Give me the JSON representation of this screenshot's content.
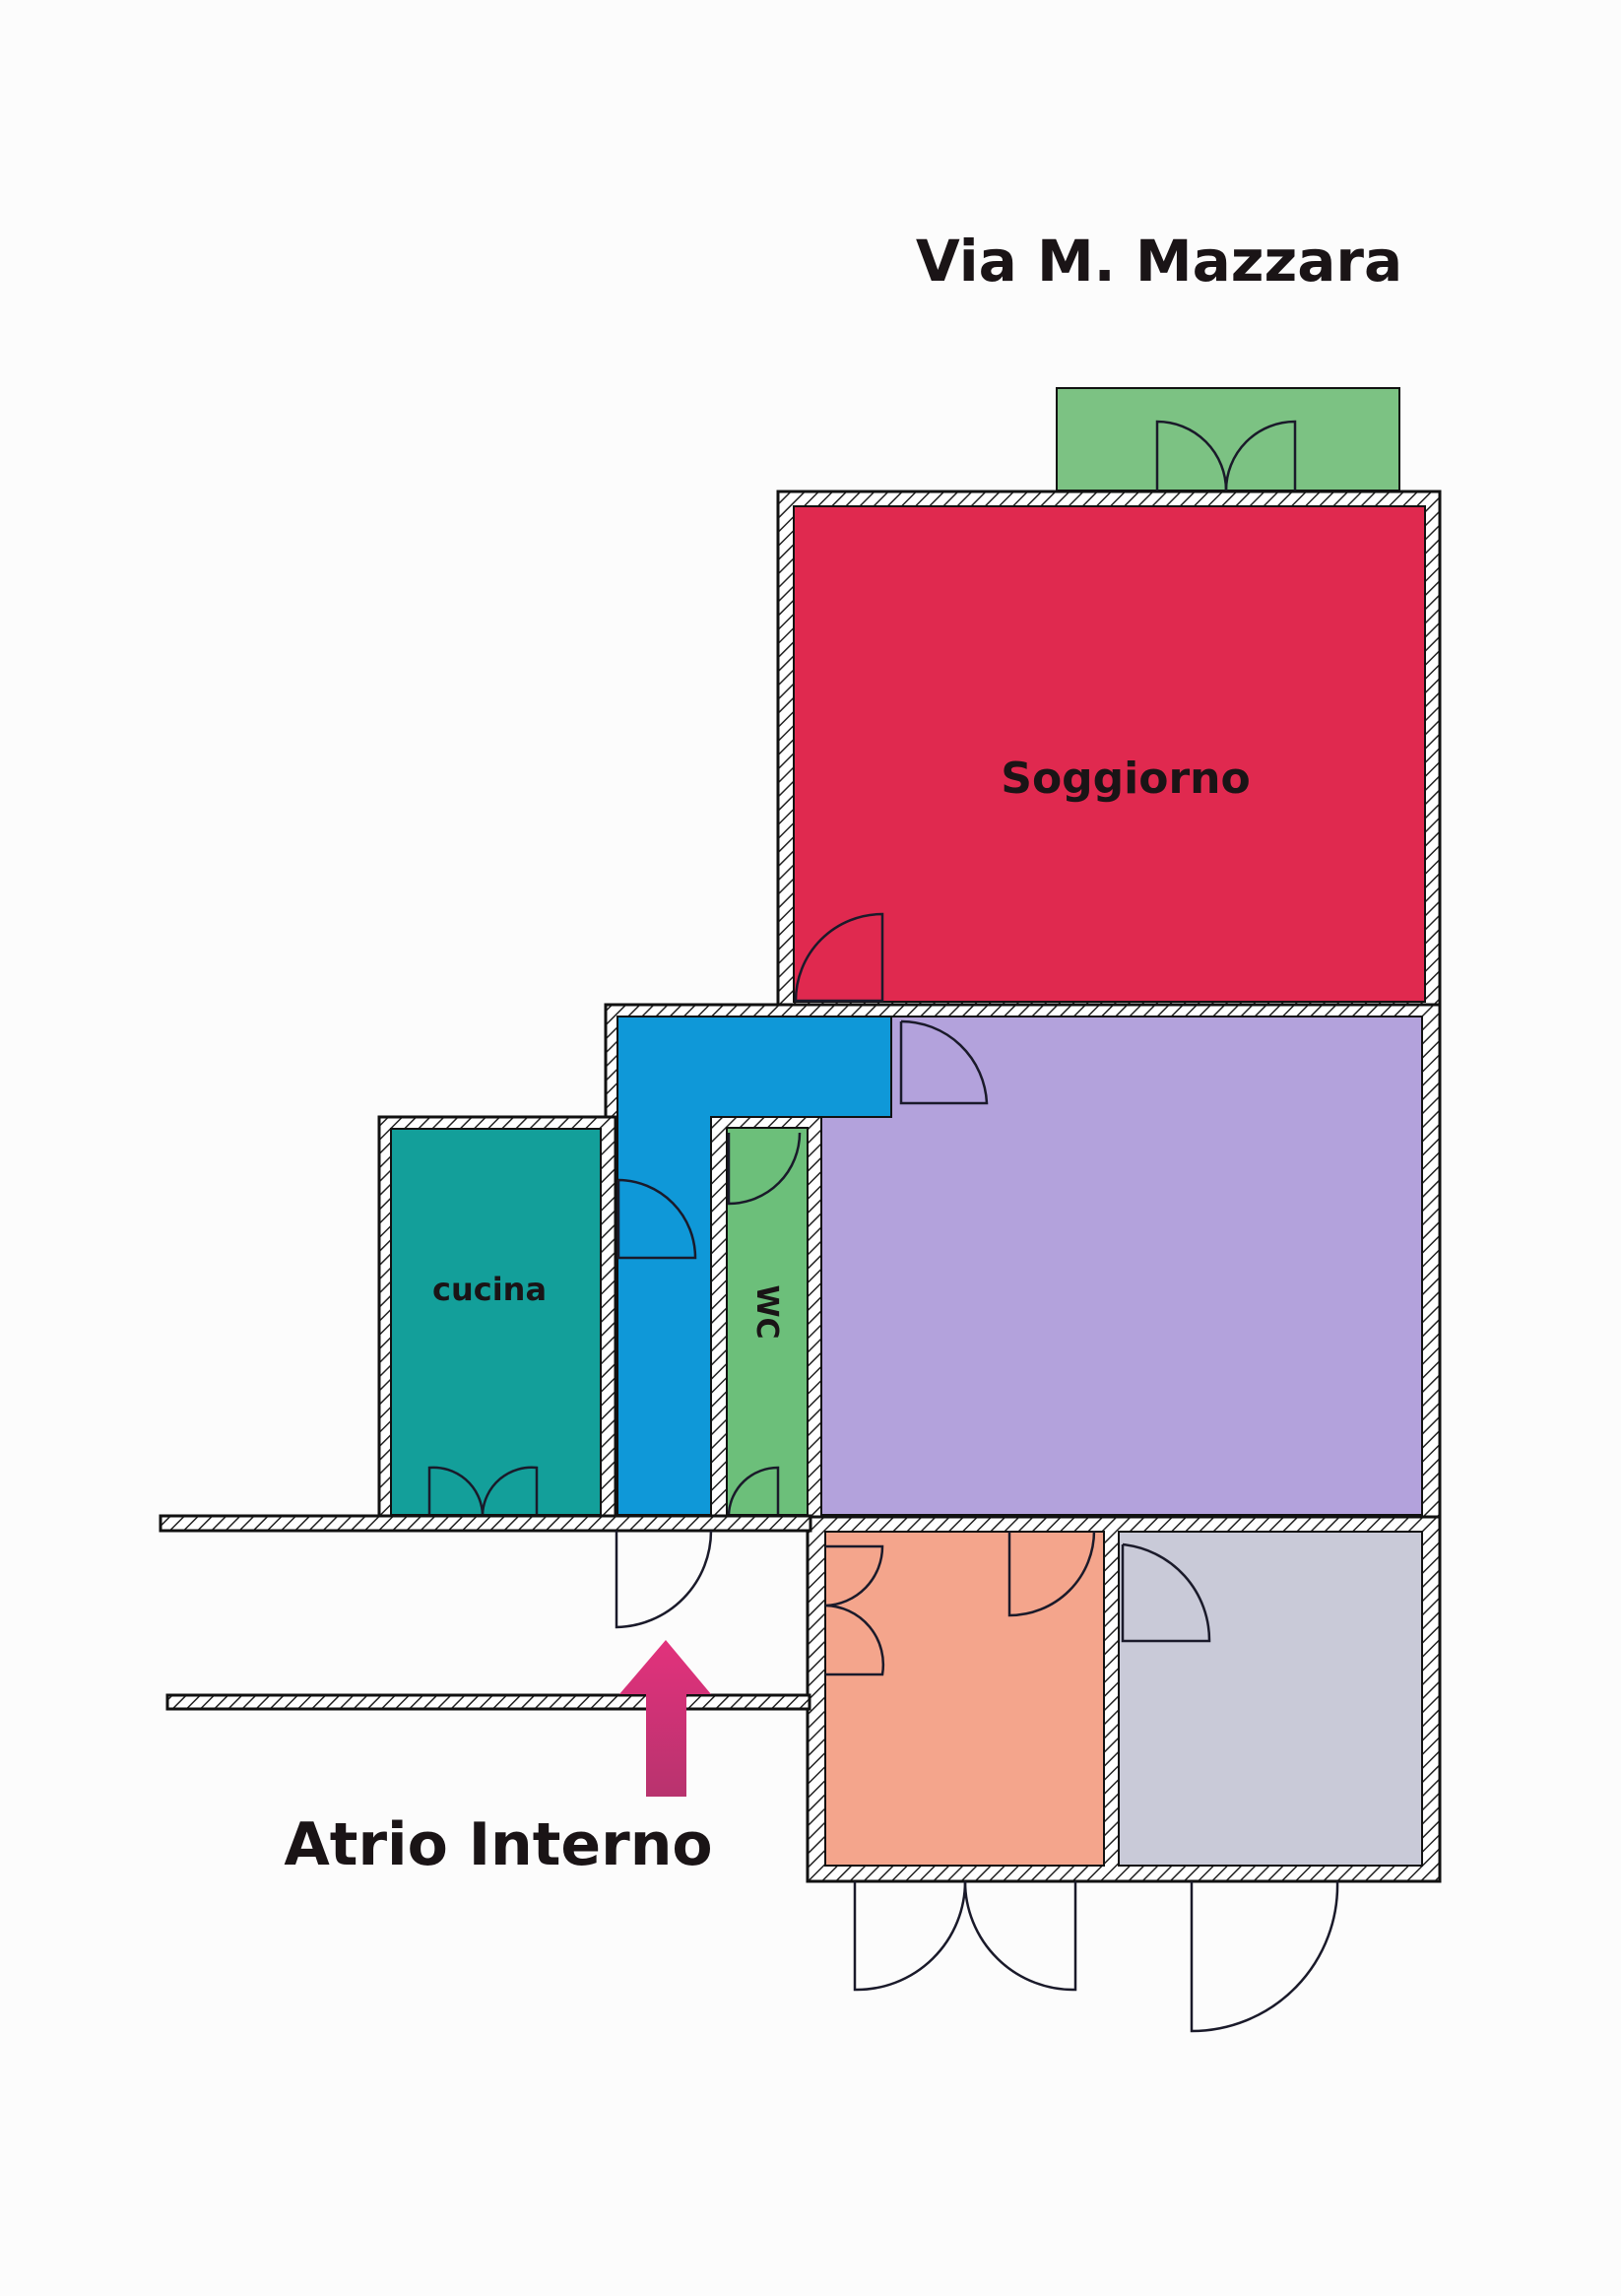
{
  "street_label": "Via M. Mazzara",
  "entrance_label": "Atrio Interno",
  "rooms": [
    {
      "id": "soggiorno",
      "label": "Soggiorno",
      "color": "#e0294f"
    },
    {
      "id": "cucina",
      "label": "cucina",
      "color": "#139f9a"
    },
    {
      "id": "wc",
      "label": "WC",
      "color": "#6cbf7a"
    },
    {
      "id": "corridoio",
      "label": "",
      "color": "#0f98d8"
    },
    {
      "id": "camera",
      "label": "",
      "color": "#b3a2dc"
    },
    {
      "id": "ingresso",
      "label": "",
      "color": "#f4a58c"
    },
    {
      "id": "ripostiglio",
      "label": "",
      "color": "#c9cad8"
    },
    {
      "id": "balcone",
      "label": "",
      "color": "#7cc283"
    }
  ],
  "arrow_color": "#d6347a"
}
